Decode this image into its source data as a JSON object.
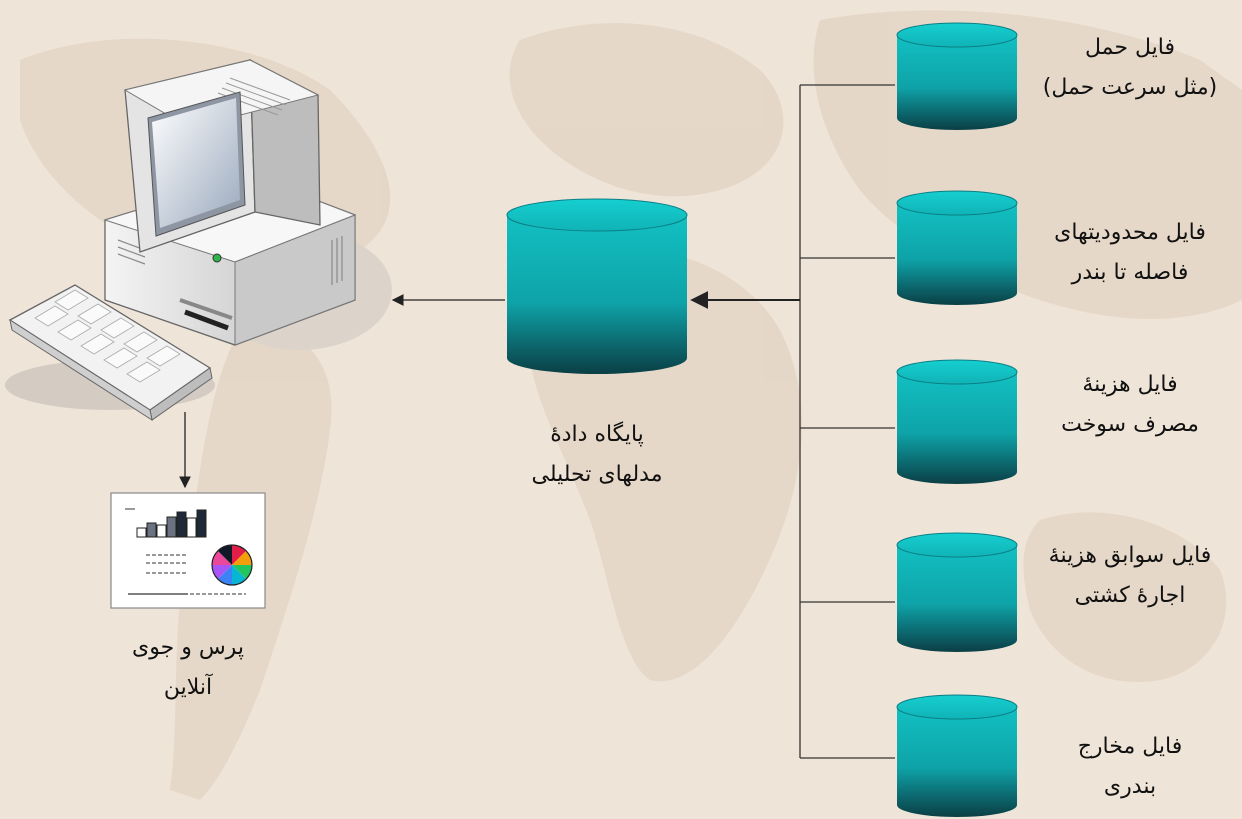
{
  "central_db": {
    "label_line1": "پایگاه دادهٔ",
    "label_line2": "مدلهای تحلیلی"
  },
  "report": {
    "label_line1": "پرس و جوی",
    "label_line2": "آنلاین"
  },
  "source_files": [
    {
      "line1": "فایل حمل",
      "line2": "(مثل سرعت حمل)"
    },
    {
      "line1": "فایل محدودیتهای",
      "line2": "فاصله تا بندر"
    },
    {
      "line1": "فایل هزینهٔ",
      "line2": "مصرف سوخت"
    },
    {
      "line1": "فایل سوابق هزینهٔ",
      "line2": "اجارهٔ کشتی"
    },
    {
      "line1": "فایل مخارج",
      "line2": "بندری"
    }
  ],
  "colors": {
    "cylinder_light": "#12c0c2",
    "cylinder_dark": "#0a4a50",
    "background": "#efe4d8",
    "connector": "#333333"
  }
}
